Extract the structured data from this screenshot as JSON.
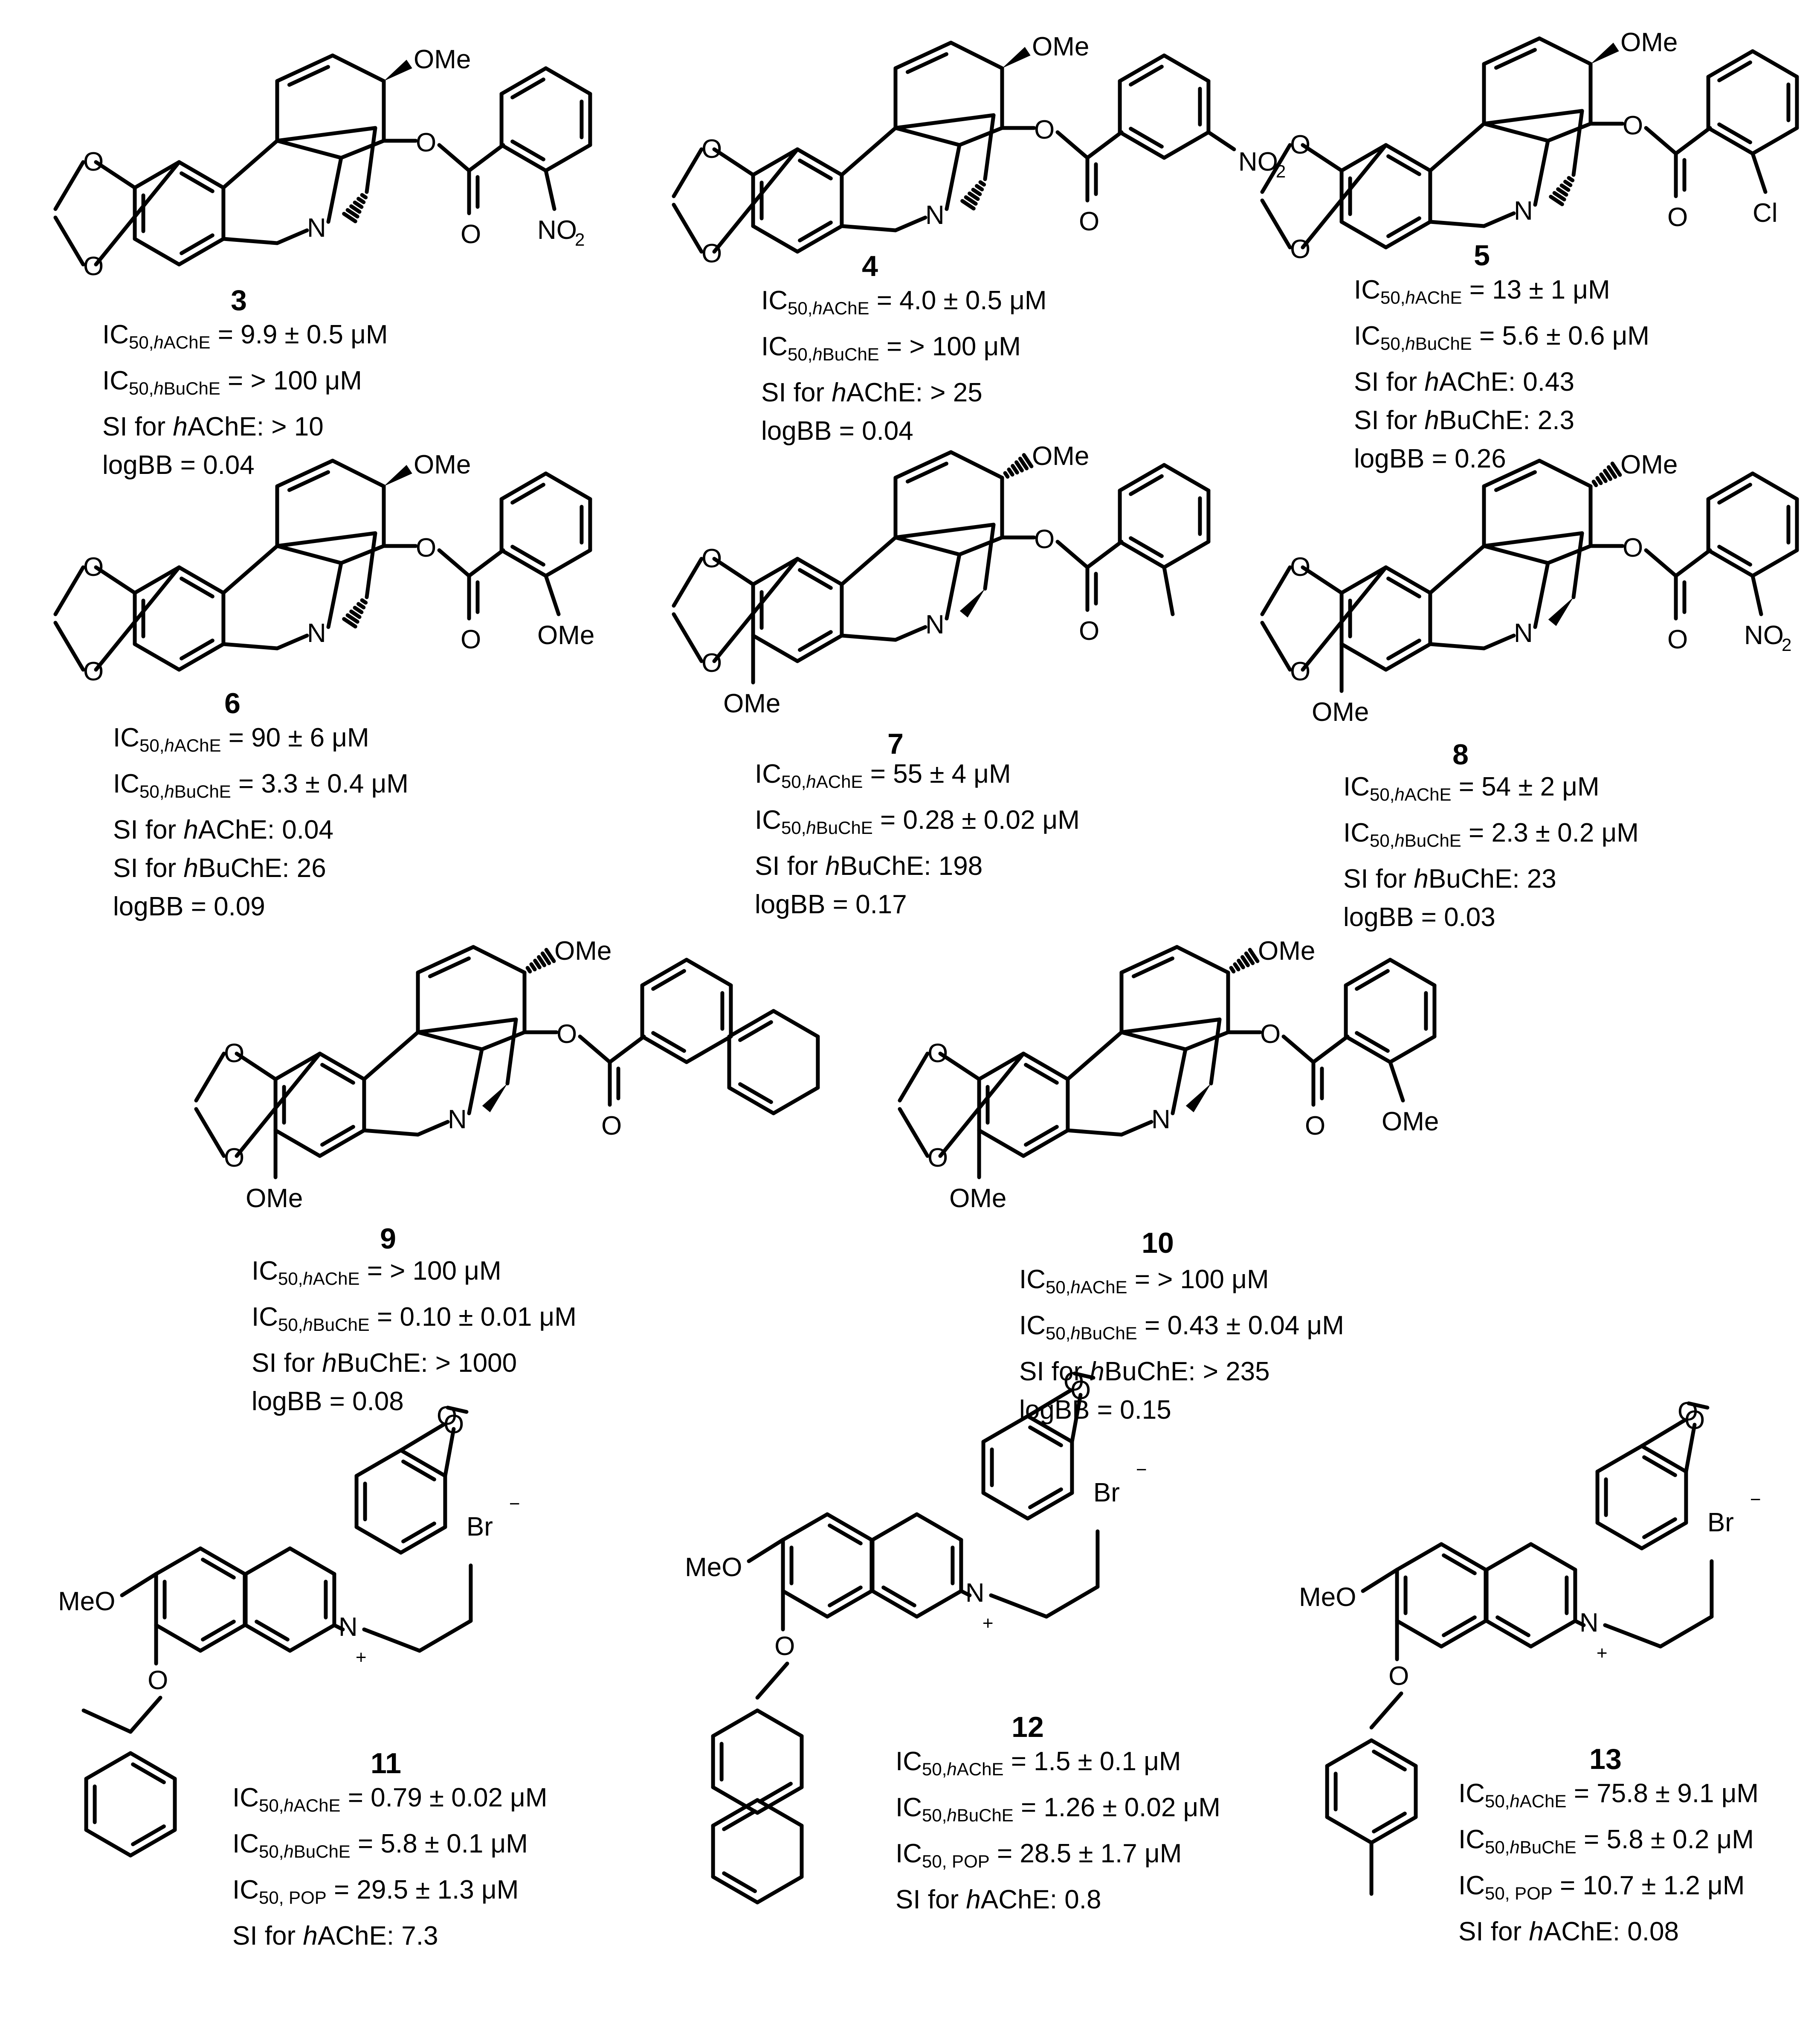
{
  "atom_labels": {
    "methoxy": "OMe",
    "oxygen": "O",
    "nitrogen": "N",
    "nitro": "NO",
    "nitro_sub": "2",
    "chloro": "Cl",
    "methoxy_left": "MeO",
    "bromide": "Br",
    "minus": "−",
    "plus": "+"
  },
  "compounds": [
    {
      "id": "3",
      "properties": [
        "IC50,hAChE = 9.9 ± 0.5 μM",
        "IC50,hBuChE = > 100 μM",
        "SI for hAChE: > 10",
        "logBB = 0.04"
      ]
    },
    {
      "id": "4",
      "properties": [
        "IC50,hAChE = 4.0 ± 0.5 μM",
        "IC50,hBuChE = > 100 μM",
        "SI for hAChE: > 25",
        "logBB = 0.04"
      ]
    },
    {
      "id": "5",
      "properties": [
        "IC50,hAChE = 13 ± 1 μM",
        "IC50,hBuChE = 5.6 ± 0.6 μM",
        "SI for hAChE: 0.43",
        "SI for hBuChE: 2.3",
        "logBB = 0.26"
      ]
    },
    {
      "id": "6",
      "properties": [
        "IC50,hAChE = 90 ± 6 μM",
        "IC50,hBuChE = 3.3 ± 0.4 μM",
        "SI for hAChE: 0.04",
        "SI for hBuChE: 26",
        "logBB = 0.09"
      ]
    },
    {
      "id": "7",
      "properties": [
        "IC50,hAChE = 55 ± 4 μM",
        "IC50,hBuChE = 0.28 ± 0.02 μM",
        "SI for hBuChE: 198",
        "logBB = 0.17"
      ]
    },
    {
      "id": "8",
      "properties": [
        "IC50,hAChE = 54 ± 2 μM",
        "IC50,hBuChE = 2.3 ± 0.2 μM",
        "SI for hBuChE: 23",
        "logBB = 0.03"
      ]
    },
    {
      "id": "9",
      "properties": [
        "IC50,hAChE = > 100 μM",
        "IC50,hBuChE = 0.10 ± 0.01 μM",
        "SI for hBuChE: > 1000",
        "logBB = 0.08"
      ]
    },
    {
      "id": "10",
      "properties": [
        "IC50,hAChE = > 100 μM",
        "IC50,hBuChE = 0.43 ± 0.04 μM",
        "SI for hBuChE: > 235",
        "logBB = 0.15"
      ]
    },
    {
      "id": "11",
      "properties": [
        "IC50,hAChE = 0.79 ± 0.02 μM",
        "IC50,hBuChE = 5.8 ± 0.1 μM",
        "IC50, POP = 29.5 ± 1.3 μM",
        "SI for hAChE: 7.3"
      ]
    },
    {
      "id": "12",
      "properties": [
        "IC50,hAChE = 1.5 ± 0.1 μM",
        "IC50,hBuChE = 1.26 ± 0.02 μM",
        "IC50, POP = 28.5 ± 1.7 μM",
        "SI for hAChE: 0.8"
      ]
    },
    {
      "id": "13",
      "properties": [
        "IC50,hAChE = 75.8 ± 9.1 μM",
        "IC50,hBuChE = 5.8 ± 0.2 μM",
        "IC50, POP = 10.7 ± 1.2 μM",
        "SI for hAChE: 0.08"
      ]
    }
  ]
}
